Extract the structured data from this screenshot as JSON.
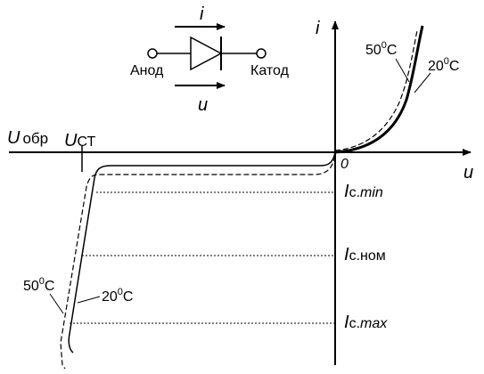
{
  "diagram": {
    "symbol": {
      "current_label": "i",
      "voltage_label": "u",
      "anode_label": "Анод",
      "cathode_label": "Катод"
    },
    "axes": {
      "x_label": "u",
      "y_label": "i",
      "origin_label": "0",
      "reverse_voltage_label": "U",
      "reverse_voltage_sub": "обр",
      "breakdown_voltage_label": "U",
      "breakdown_voltage_sub": "СТ"
    },
    "currents": {
      "min": {
        "main": "I",
        "sub": "с.",
        "tail": "min"
      },
      "nom": {
        "main": "I",
        "sub": "с.",
        "tail": "ном"
      },
      "max": {
        "main": "I",
        "sub": "с.",
        "tail": "max"
      }
    },
    "temperatures": {
      "forward_hot": {
        "base": "50",
        "sup": "0",
        "unit": "C"
      },
      "forward_cold": {
        "base": "20",
        "sup": "0",
        "unit": "C"
      },
      "reverse_hot": {
        "base": "50",
        "sup": "0",
        "unit": "C"
      },
      "reverse_cold": {
        "base": "20",
        "sup": "0",
        "unit": "C"
      }
    },
    "colors": {
      "line": "#000000",
      "background": "#ffffff"
    }
  }
}
